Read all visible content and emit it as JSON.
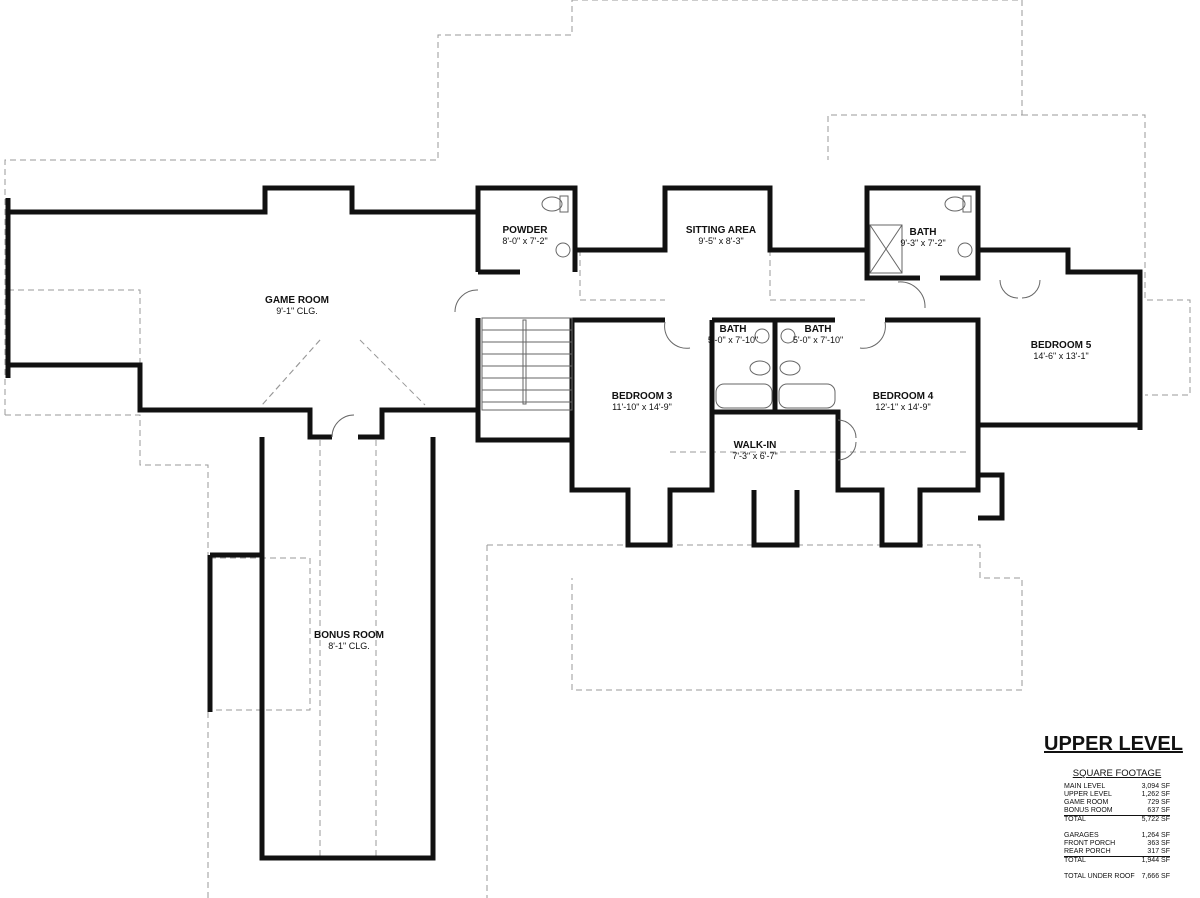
{
  "rooms": {
    "game_room": {
      "name": "GAME ROOM",
      "dim": "9'-1\" CLG."
    },
    "powder": {
      "name": "POWDER",
      "dim": "8'-0\" x 7'-2\""
    },
    "sitting_area": {
      "name": "SITTING AREA",
      "dim": "9'-5\" x 8'-3\""
    },
    "bath_upper": {
      "name": "BATH",
      "dim": "9'-3\" x 7'-2\""
    },
    "bath_left": {
      "name": "BATH",
      "dim": "5'-0\" x 7'-10\""
    },
    "bath_right": {
      "name": "BATH",
      "dim": "5'-0\" x 7'-10\""
    },
    "bedroom3": {
      "name": "BEDROOM 3",
      "dim": "11'-10\" x 14'-9\""
    },
    "bedroom4": {
      "name": "BEDROOM 4",
      "dim": "12'-1\" x 14'-9\""
    },
    "bedroom5": {
      "name": "BEDROOM 5",
      "dim": "14'-6\" x 13'-1\""
    },
    "walk_in": {
      "name": "WALK-IN",
      "dim": "7'-3\" x 6'-7\""
    },
    "bonus_room": {
      "name": "BONUS ROOM",
      "dim": "8'-1\" CLG."
    }
  },
  "title": "UPPER LEVEL",
  "square_footage": {
    "heading": "SQUARE FOOTAGE",
    "group1": [
      {
        "label": "MAIN LEVEL",
        "value": "3,094 SF"
      },
      {
        "label": "UPPER LEVEL",
        "value": "1,262 SF"
      },
      {
        "label": "GAME ROOM",
        "value": "729 SF"
      },
      {
        "label": "BONUS ROOM",
        "value": "637 SF"
      },
      {
        "label": "TOTAL",
        "value": "5,722 SF"
      }
    ],
    "group2": [
      {
        "label": "GARAGES",
        "value": "1,264 SF"
      },
      {
        "label": "FRONT PORCH",
        "value": "363 SF"
      },
      {
        "label": "REAR PORCH",
        "value": "317 SF"
      },
      {
        "label": "TOTAL",
        "value": "1,944 SF"
      }
    ],
    "total_under_roof": {
      "label": "TOTAL UNDER ROOF",
      "value": "7,666 SF"
    }
  }
}
